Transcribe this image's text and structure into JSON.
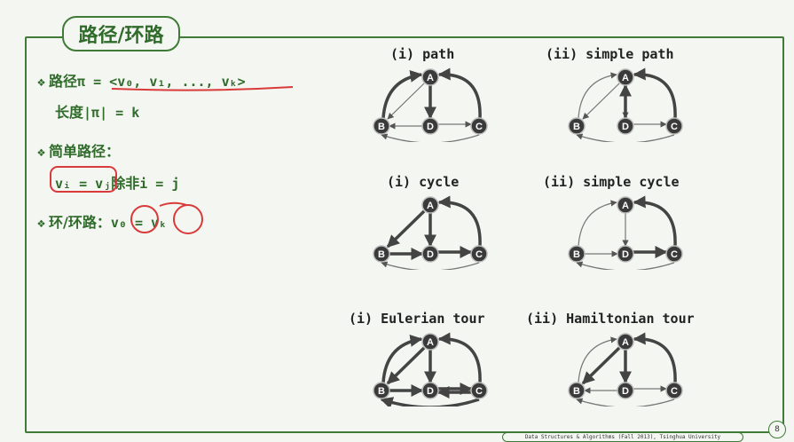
{
  "title": "路径/环路",
  "bullet_icon": "diamond-cluster-icon",
  "lines": {
    "path_label": "路径",
    "path_formula": "π = <v₀, v₁, ..., vₖ>",
    "length_label": "长度",
    "length_formula": "|π| = k",
    "simple_label": "简单路径：",
    "simple_formula": "vᵢ = vⱼ",
    "simple_unless": "除非",
    "simple_cond": "i = j",
    "cycle_label": "环/环路：",
    "cycle_v0": "v₀",
    "cycle_eq": "=",
    "cycle_vk": "vₖ"
  },
  "panels": [
    {
      "title": "(i) path"
    },
    {
      "title": "(ii) simple path"
    },
    {
      "title": "(i) cycle"
    },
    {
      "title": "(ii) simple cycle"
    },
    {
      "title": "(i) Eulerian tour"
    },
    {
      "title": "(ii) Hamiltonian tour"
    }
  ],
  "node_labels": [
    "A",
    "B",
    "D",
    "C"
  ],
  "footer": "Data Structures & Algorithms (Fall 2013), Tsinghua University",
  "page_number": "8",
  "colors": {
    "accent": "#2f6b2a",
    "annotation": "#d93a3a",
    "node": "#3a3a3a"
  }
}
